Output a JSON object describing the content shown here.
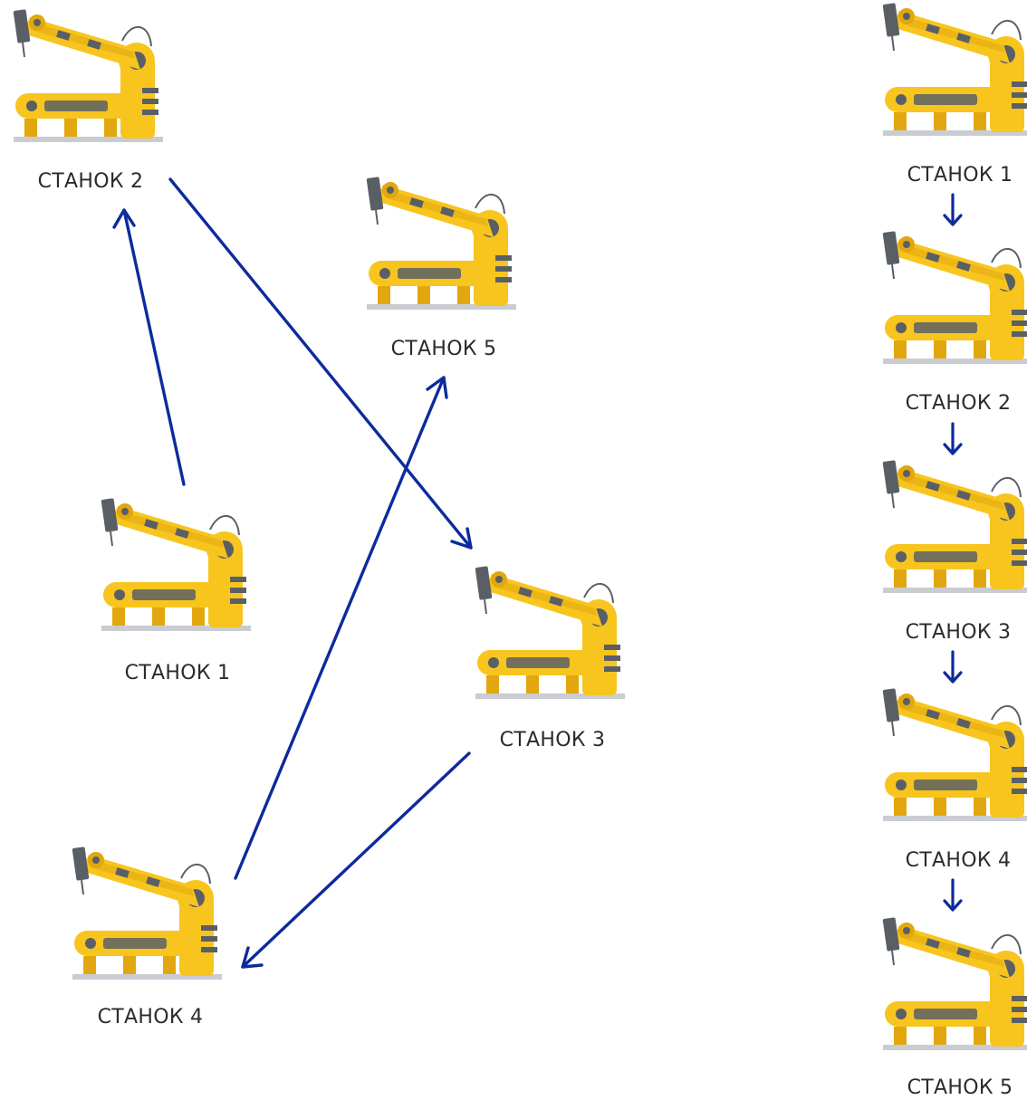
{
  "diagram": {
    "left_panel": {
      "machines": [
        {
          "id": "m2",
          "label": "СТАНОК 2",
          "icon": "robotic-arm-icon"
        },
        {
          "id": "m5",
          "label": "СТАНОК 5",
          "icon": "robotic-arm-icon"
        },
        {
          "id": "m1",
          "label": "СТАНОК 1",
          "icon": "robotic-arm-icon"
        },
        {
          "id": "m3",
          "label": "СТАНОК 3",
          "icon": "robotic-arm-icon"
        },
        {
          "id": "m4",
          "label": "СТАНОК 4",
          "icon": "robotic-arm-icon"
        }
      ],
      "arrows": [
        {
          "from": "СТАНОК 1",
          "to": "СТАНОК 2"
        },
        {
          "from": "СТАНОК 2",
          "to": "СТАНОК 3"
        },
        {
          "from": "СТАНОК 3",
          "to": "СТАНОК 4"
        },
        {
          "from": "СТАНОК 4",
          "to": "СТАНОК 5"
        }
      ]
    },
    "right_panel": {
      "sequence": [
        "СТАНОК 1",
        "СТАНОК 2",
        "СТАНОК 3",
        "СТАНОК 4",
        "СТАНОК 5"
      ]
    },
    "colors": {
      "arm_yellow": "#f7c51e",
      "arm_dark_yellow": "#e2a70f",
      "arm_gray": "#5a5f66",
      "floor_gray": "#c9ccd1",
      "arrow_blue": "#0d2b9c",
      "label_text": "#2b2b2b",
      "background": "#ffffff"
    }
  }
}
